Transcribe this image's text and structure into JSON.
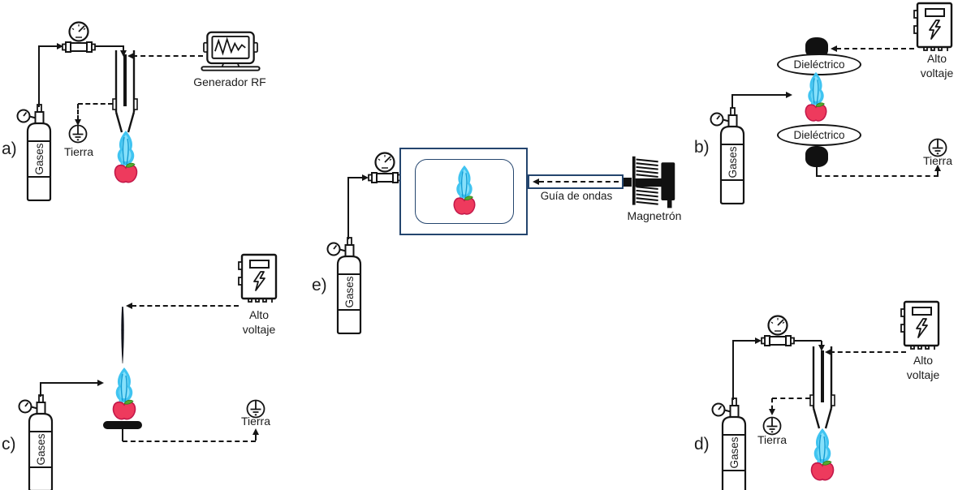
{
  "panels": {
    "a": {
      "letter": "a)",
      "gas": "Gases",
      "ground": "Tierra",
      "source": "Generador RF"
    },
    "b": {
      "letter": "b)",
      "gas": "Gases",
      "ground": "Tierra",
      "source": "Alto voltaje",
      "dielectric_top": "Dieléctrico",
      "dielectric_bottom": "Dieléctrico"
    },
    "c": {
      "letter": "c)",
      "gas": "Gases",
      "ground": "Tierra",
      "source": "Alto voltaje"
    },
    "d": {
      "letter": "d)",
      "gas": "Gases",
      "ground": "Tierra",
      "source": "Alto voltaje"
    },
    "e": {
      "letter": "e)",
      "gas": "Gases",
      "waveguide": "Guía de ondas",
      "magnetron": "Magnetrón"
    }
  },
  "colors": {
    "line": "#141414",
    "chamber_border": "#24456e",
    "plasma_main": "#40c4f1",
    "plasma_light": "#86e0fa",
    "apple_fill": "#ee3a5d",
    "apple_stroke": "#c2184a",
    "leaf": "#55a82f"
  },
  "icons": {
    "gas_cylinder": "gas-cylinder-icon",
    "pressure_regulator": "pressure-regulator-icon",
    "plasma_torch": "plasma-torch-icon",
    "plasma_apple": "plasma-apple-icon",
    "ground_symbol": "ground-symbol-icon",
    "rf_generator": "rf-generator-icon",
    "high_voltage_supply": "high-voltage-box-icon",
    "needle_electrode": "needle-electrode-icon",
    "dielectric_disc": "dielectric-disc",
    "electrode": "electrode",
    "microwave_chamber": "microwave-chamber",
    "waveguide": "waveguide",
    "magnetron": "magnetron-icon"
  }
}
